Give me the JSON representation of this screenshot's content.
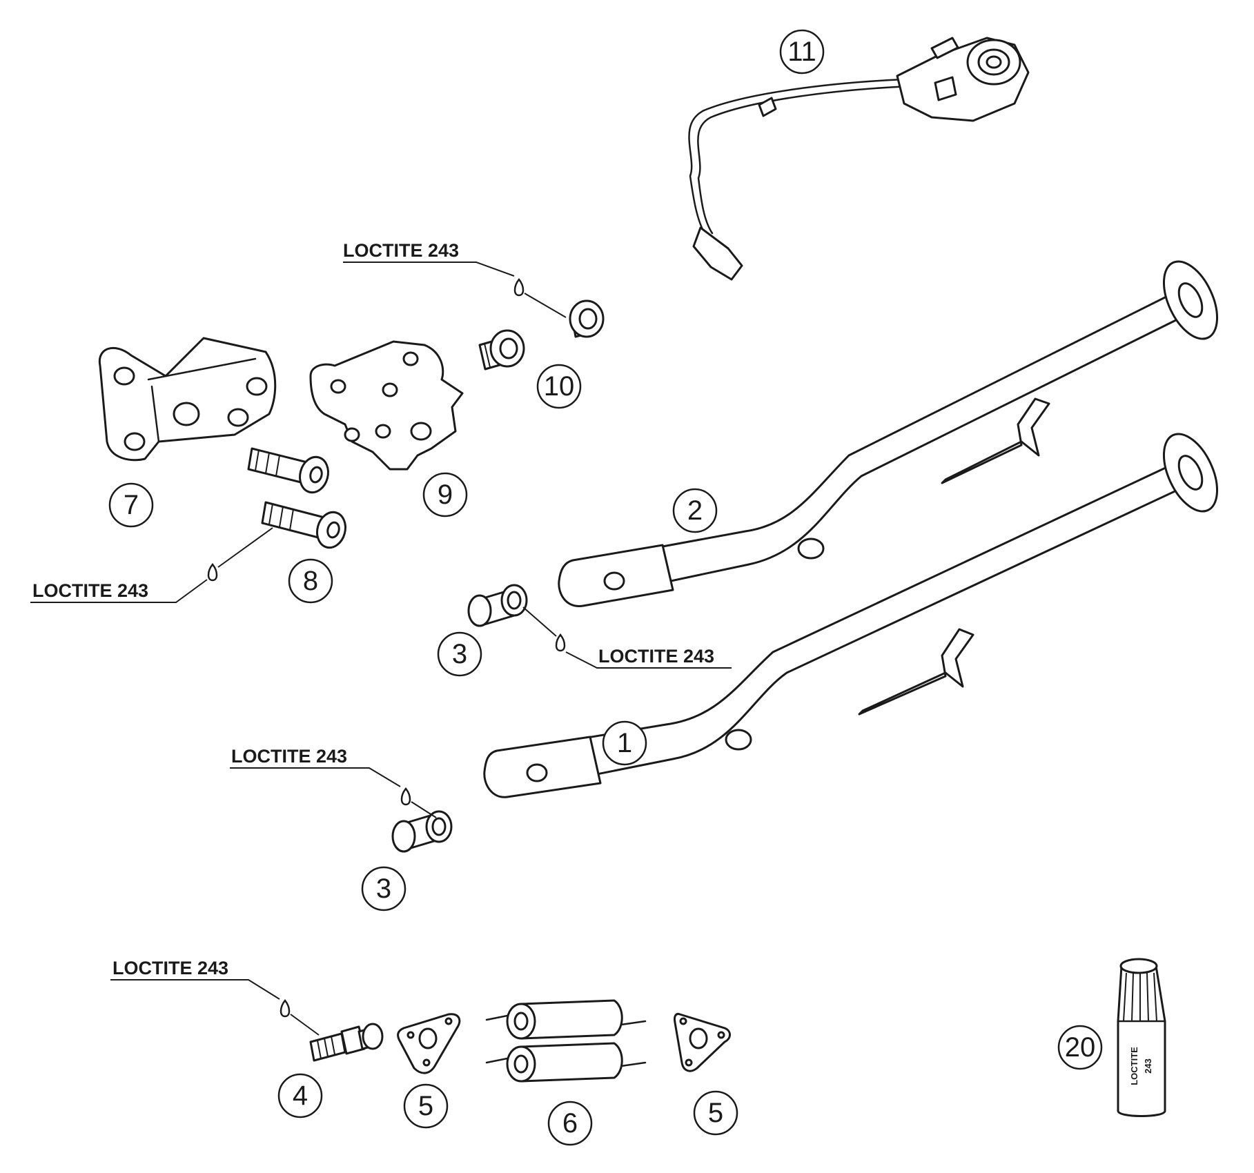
{
  "callouts": {
    "c1": "1",
    "c2": "2",
    "c3a": "3",
    "c3b": "3",
    "c4": "4",
    "c5a": "5",
    "c5b": "5",
    "c6": "6",
    "c7": "7",
    "c8": "8",
    "c9": "9",
    "c10": "10",
    "c11": "11",
    "c20": "20"
  },
  "notes": {
    "n1": "LOCTITE 243",
    "n2": "LOCTITE 243",
    "n3": "LOCTITE 243",
    "n4": "LOCTITE 243",
    "n5": "LOCTITE 243"
  },
  "tube_label": {
    "line1": "LOCTITE",
    "line2": "243"
  }
}
